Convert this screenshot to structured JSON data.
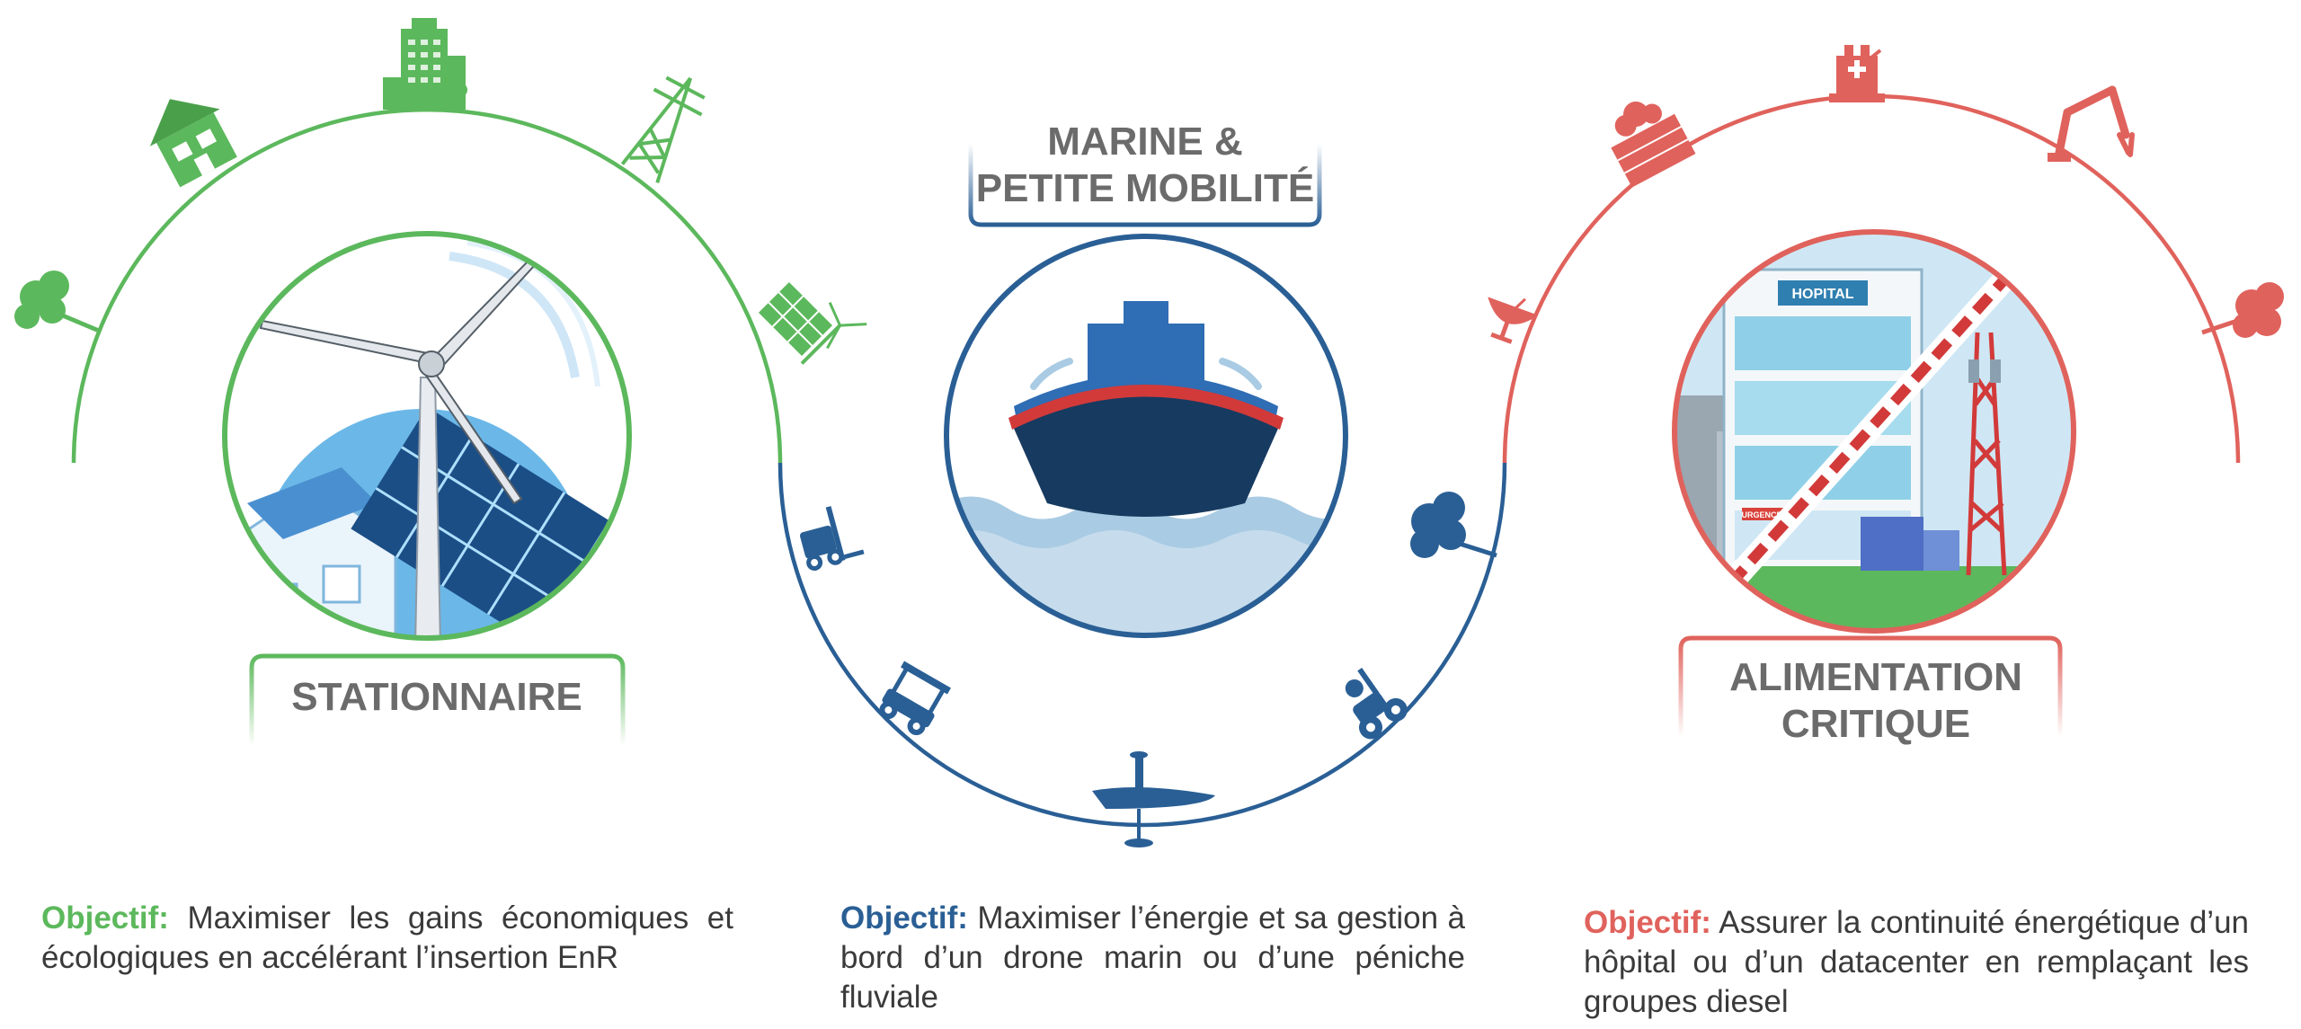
{
  "colors": {
    "green": "#5cb85c",
    "blue": "#2a5f95",
    "red": "#e0625c",
    "text": "#3a3a3a",
    "label": "#6b6b6b"
  },
  "sections": [
    {
      "id": "stationnaire",
      "label_lines": [
        "STATIONNAIRE"
      ],
      "objective_label": "Objectif:",
      "objective_text": "Maximiser les gains économiques et écologiques en accélérant l’insertion EnR",
      "icons": [
        "tree-icon",
        "house-icon",
        "office-building-icon",
        "power-pylon-icon",
        "solar-wind-icon"
      ],
      "central_image": "wind-turbine-solar-panel-illustration"
    },
    {
      "id": "marine",
      "label_lines": [
        "MARINE &",
        "PETITE MOBILITÉ"
      ],
      "objective_label": "Objectif:",
      "objective_text": "Maximiser l’énergie et sa gestion à bord d’un drone marin ou d’une péniche fluviale",
      "icons": [
        "forklift-icon",
        "golf-cart-icon",
        "drone-boat-icon",
        "scooter-icon",
        "tree-icon"
      ],
      "central_image": "ship-on-waves-illustration"
    },
    {
      "id": "critique",
      "label_lines": [
        "ALIMENTATION",
        "CRITIQUE"
      ],
      "objective_label": "Objectif:",
      "objective_text": "Assurer la continuité énergétique d’un hôpital ou d’un datacenter en remplaçant les groupes diesel",
      "icons": [
        "satellite-dish-icon",
        "datacenter-icon",
        "hospital-icon",
        "robot-arm-icon",
        "tree-icon"
      ],
      "central_image": "hospital-telecom-illustration",
      "image_labels": {
        "hospital_sign": "HOPITAL",
        "emergency_sign": "URGENCES"
      }
    }
  ]
}
